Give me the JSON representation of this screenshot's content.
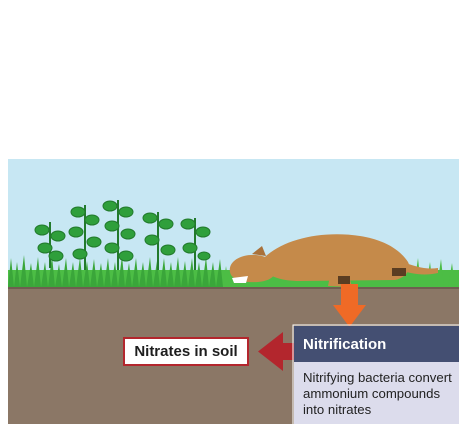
{
  "diagram": {
    "nitrates_label": "Nitrates in soil",
    "process": {
      "title": "Nitrification",
      "description": "Nitrifying bacteria convert ammonium compounds into nitrates"
    }
  },
  "colors": {
    "sky": "#c7e7f3",
    "grass": "#4cbd45",
    "soil": "#8b7766",
    "animal": "#c58a4a",
    "arrow_red": "#b3262d",
    "arrow_orange": "#ef6a26",
    "header": "#444f72",
    "body": "#dcdcec"
  }
}
